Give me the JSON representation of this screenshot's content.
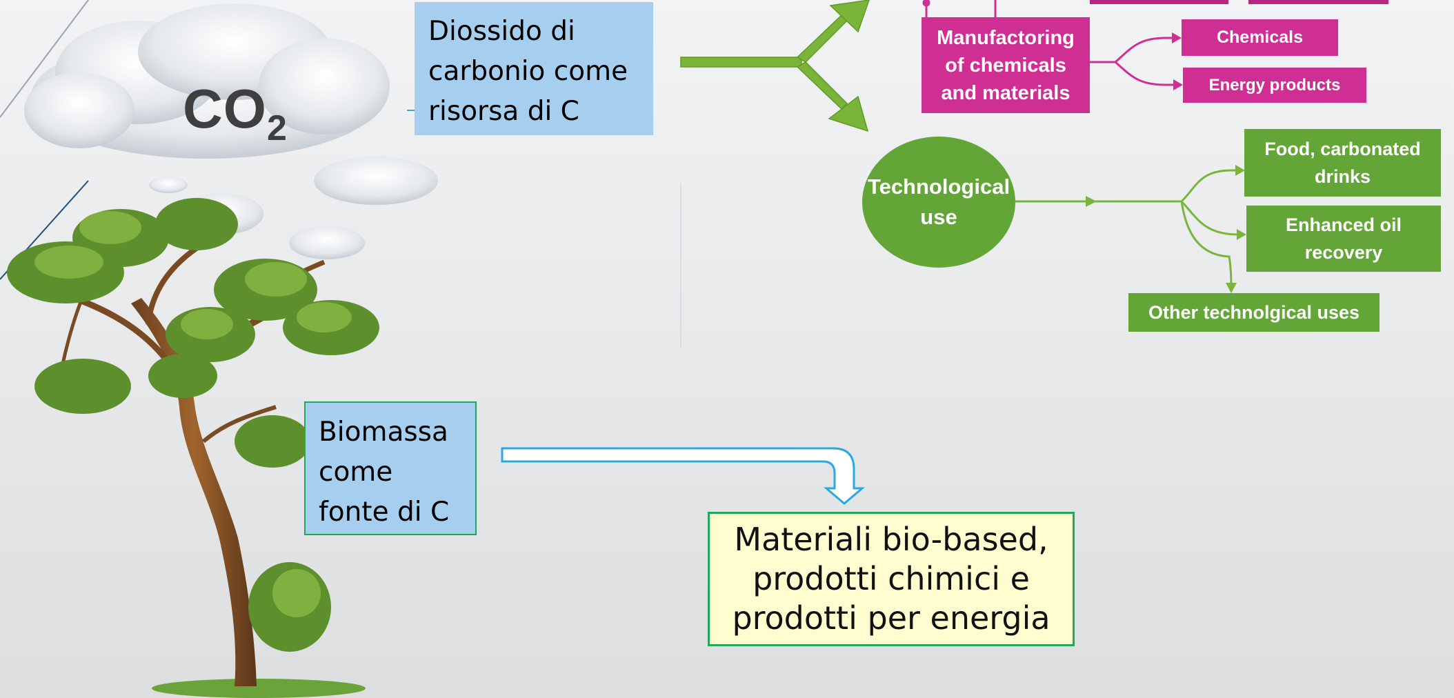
{
  "co2": {
    "main": "CO",
    "sub": "2"
  },
  "boxes": {
    "co2_resource": [
      "Diossido di",
      "carbonio come",
      "risorsa di C"
    ],
    "biomass": [
      "Biomassa",
      "come",
      "fonte di C"
    ],
    "bio_products": [
      "Materiali bio-based,",
      "prodotti chimici e",
      "prodotti per energia"
    ]
  },
  "manufacturing": {
    "label": [
      "Manufactoring",
      "of chemicals",
      "and materials"
    ],
    "outputs": [
      "Chemicals",
      "Energy products"
    ]
  },
  "technological": {
    "label": [
      "Technological",
      "use"
    ],
    "outputs": [
      [
        "Food, carbonated",
        "drinks"
      ],
      [
        "Enhanced oil",
        "recovery"
      ],
      "Other technolgical uses"
    ]
  },
  "colors": {
    "green_arrow": "#7ab53a",
    "magenta": "#cf2f93",
    "green": "#63a637",
    "blue_box": "#a6cfef",
    "result_box": "#fffccf",
    "cyan_arrow": "#29a9e0"
  }
}
